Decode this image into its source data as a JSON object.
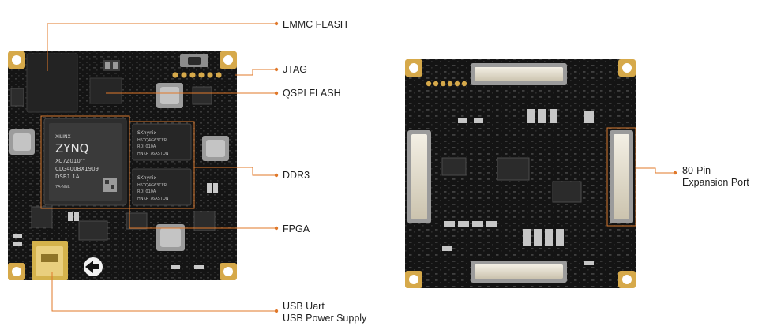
{
  "front_board": {
    "chips": {
      "brand": "XILINX",
      "product": "ZYNQ",
      "part_line1": "XC7Z010™",
      "part_line2": "CLG400BX1909",
      "part_line3": "DSB1 1A",
      "part_line4": "7A-NNL",
      "ddr_brand": "SKhynix",
      "ddr_line1": "H5TQ4G63CFR",
      "ddr_line2": "RDI 010A",
      "ddr_line3": "HNKR 76ASTON"
    }
  },
  "callouts": {
    "emmc": "EMMC FLASH",
    "jtag": "JTAG",
    "qspi": "QSPI FLASH",
    "ddr3": "DDR3",
    "fpga": "FPGA",
    "usb_line1": "USB Uart",
    "usb_line2": "USB Power Supply",
    "expansion_line1": "80-Pin",
    "expansion_line2": "Expansion Port"
  },
  "colors": {
    "pcb": "#141414",
    "gold": "#d6a94a",
    "callout_line": "#e0782a",
    "callout_box": "#d97a30"
  }
}
